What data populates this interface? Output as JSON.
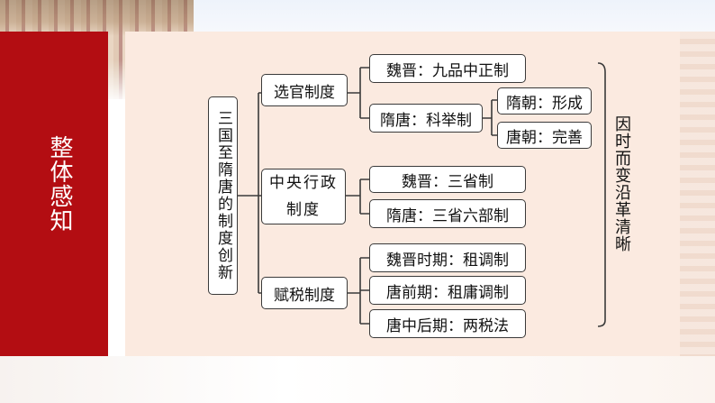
{
  "section": {
    "title": "整体感知"
  },
  "diagram": {
    "root": "三国至隋唐的制度创新",
    "branches": {
      "official_selection": {
        "label": "选官制度",
        "wei_jin": "魏晋：九品中正制",
        "sui_tang": "隋唐：科举制",
        "sui": "隋朝：形成",
        "tang": "唐朝：完善"
      },
      "central_admin": {
        "label": "中央行政制度",
        "wei_jin": "魏晋：三省制",
        "sui_tang": "隋唐：三省六部制"
      },
      "taxation": {
        "label": "赋税制度",
        "wei_jin": "魏晋时期：租调制",
        "early_tang": "唐前期：租庸调制",
        "mid_late_tang": "唐中后期：两税法"
      }
    },
    "conclusion": "因时而变沿革清晰"
  },
  "colors": {
    "accent_red": "#b30d12",
    "panel_bg": "#fbeae0",
    "line": "#3a3a3a"
  }
}
